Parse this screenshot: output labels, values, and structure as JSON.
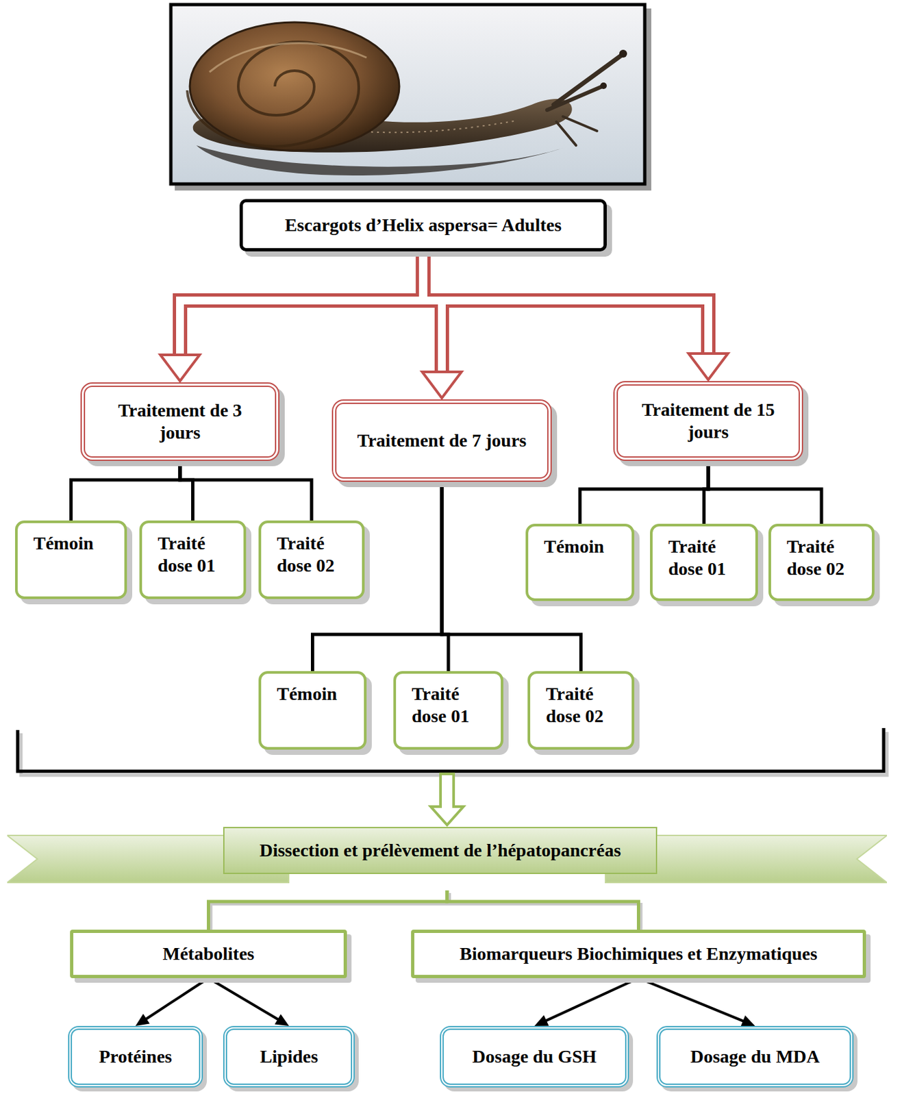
{
  "diagram": {
    "nodes": [
      {
        "text": [
          "Escargots d’Helix aspersa= Adultes"
        ]
      },
      {
        "text": [
          "Traitement de 3 jours"
        ]
      },
      {
        "text": [
          "Traitement de 7 jours"
        ]
      },
      {
        "text": [
          "Traitement de 15 jours"
        ]
      },
      {
        "text": [
          "Témoin"
        ]
      },
      {
        "text": [
          "Traité dose 01"
        ]
      },
      {
        "text": [
          "Traité dose 02"
        ]
      },
      {
        "text": [
          "Témoin"
        ]
      },
      {
        "text": [
          "Traité dose 01"
        ]
      },
      {
        "text": [
          "Traité dose 02"
        ]
      },
      {
        "text": [
          "Témoin"
        ]
      },
      {
        "text": [
          "Traité dose 01"
        ]
      },
      {
        "text": [
          "Traité dose 02"
        ]
      },
      {
        "text": [
          "Dissection et prélèvement de l’hépatopancréas"
        ]
      },
      {
        "text": [
          "Métabolites"
        ]
      },
      {
        "text": [
          "Biomarqueurs Biochimiques et Enzymatiques"
        ]
      },
      {
        "text": [
          "Protéines"
        ]
      },
      {
        "text": [
          "Lipides"
        ]
      },
      {
        "text": [
          "Dosage du GSH"
        ]
      },
      {
        "text": [
          "Dosage du MDA"
        ]
      }
    ],
    "edges": [
      {
        "from": 0,
        "to": 1,
        "arrow": "to"
      },
      {
        "from": 0,
        "to": 2,
        "arrow": "to"
      },
      {
        "from": 0,
        "to": 3,
        "arrow": "to"
      },
      {
        "from": 1,
        "to": 4,
        "arrow": "none"
      },
      {
        "from": 1,
        "to": 5,
        "arrow": "none"
      },
      {
        "from": 1,
        "to": 6,
        "arrow": "none"
      },
      {
        "from": 3,
        "to": 7,
        "arrow": "none"
      },
      {
        "from": 3,
        "to": 8,
        "arrow": "none"
      },
      {
        "from": 3,
        "to": 9,
        "arrow": "none"
      },
      {
        "from": 2,
        "to": 10,
        "arrow": "none"
      },
      {
        "from": 2,
        "to": 11,
        "arrow": "none"
      },
      {
        "from": 2,
        "to": 12,
        "arrow": "none"
      },
      {
        "from": 13,
        "to": 14,
        "arrow": "none"
      },
      {
        "from": 13,
        "to": 15,
        "arrow": "none"
      },
      {
        "from": 14,
        "to": 16,
        "arrow": "to"
      },
      {
        "from": 14,
        "to": 17,
        "arrow": "to"
      },
      {
        "from": 15,
        "to": 18,
        "arrow": "to"
      },
      {
        "from": 15,
        "to": 19,
        "arrow": "to"
      }
    ]
  }
}
